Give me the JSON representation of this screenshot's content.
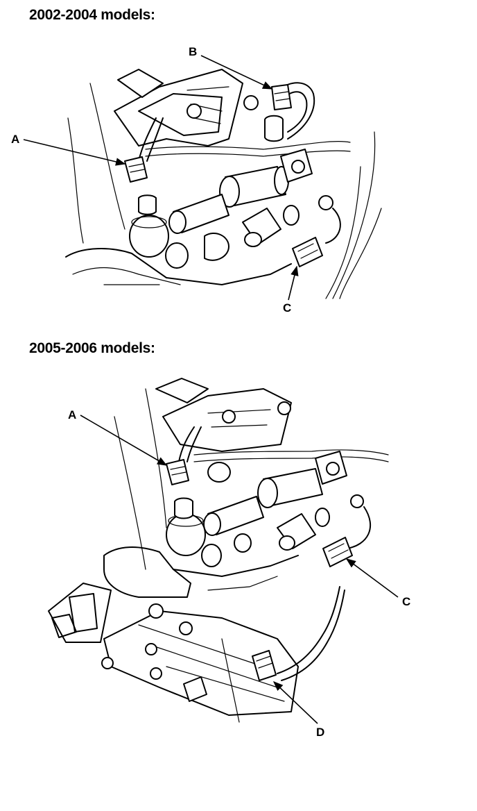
{
  "sections": [
    {
      "heading": "2002-2004 models:"
    },
    {
      "heading": "2005-2006 models:"
    }
  ],
  "callouts": {
    "top": {
      "a": "A",
      "b": "B",
      "c": "C"
    },
    "bottom": {
      "a": "A",
      "c": "C",
      "d": "D"
    }
  }
}
